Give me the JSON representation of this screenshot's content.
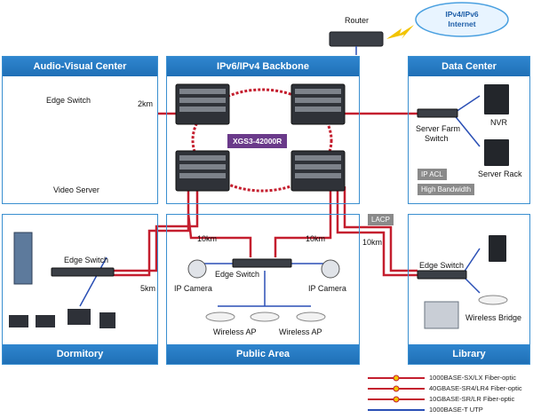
{
  "internet": {
    "line1": "IPv4/IPv6",
    "line2": "Internet"
  },
  "router": {
    "label": "Router"
  },
  "panels": {
    "av": {
      "title": "Audio-Visual Center"
    },
    "backbone": {
      "title": "IPv6/IPv4 Backbone"
    },
    "datacenter": {
      "title": "Data Center"
    },
    "dorm": {
      "title": "Dormitory"
    },
    "public": {
      "title": "Public Area"
    },
    "library": {
      "title": "Library"
    }
  },
  "labels": {
    "edge_switch": "Edge Switch",
    "video_server": "Video Server",
    "dist_2km": "2km",
    "core_model": "XGS3-42000R",
    "server_farm_switch_l1": "Server Farm",
    "server_farm_switch_l2": "Switch",
    "nvr": "NVR",
    "server_rack": "Server Rack",
    "ip_acl": "IP ACL",
    "high_bandwidth": "High Bandwidth",
    "lacp": "LACP",
    "dist_10km": "10km",
    "dist_5km": "5km",
    "ip_camera": "IP Camera",
    "wireless_ap": "Wireless AP",
    "wireless_bridge": "Wireless Bridge"
  },
  "legend": [
    {
      "text": "1000BASE-SX/LX Fiber-optic",
      "color": "#c41e2e"
    },
    {
      "text": "40GBASE-SR4/LR4 Fiber-optic",
      "color": "#c41e2e"
    },
    {
      "text": "10GBASE-SR/LR Fiber-optic",
      "color": "#c41e2e"
    },
    {
      "text": "1000BASE-T UTP",
      "color": "#2a4fb5"
    }
  ],
  "colors": {
    "fiber": "#c41e2e",
    "utp": "#2a4fb5",
    "panel": "#2f86cf",
    "core_tag": "#6a3a8a"
  }
}
